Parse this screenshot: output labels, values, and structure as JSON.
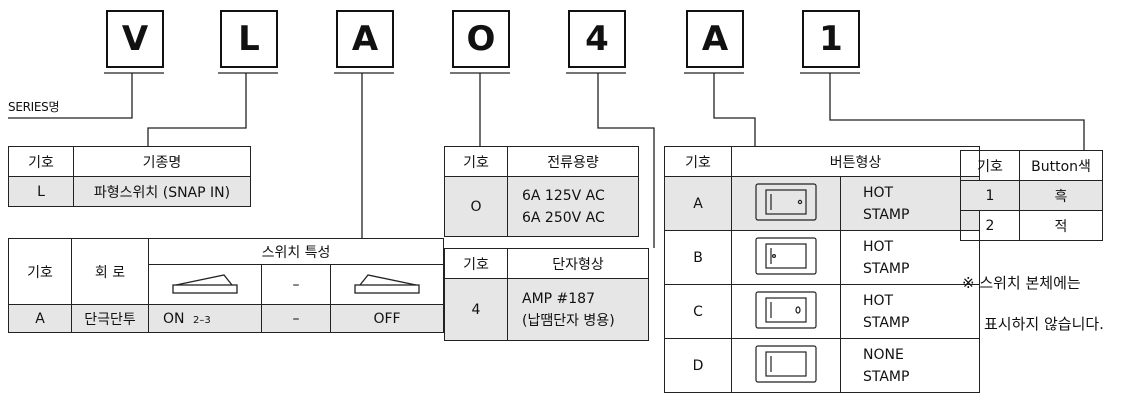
{
  "codes": [
    "V",
    "L",
    "A",
    "O",
    "4",
    "A",
    "1"
  ],
  "series_label": "SERIES명",
  "tbl_model": {
    "h1": "기호",
    "h2": "기종명",
    "code": "L",
    "value": "파형스위치 (SNAP IN)"
  },
  "tbl_circuit": {
    "h_code": "기호",
    "h_circuit": "회 로",
    "h_char": "스위치 특성",
    "dash1": "–",
    "code": "A",
    "circuit": "단극단투",
    "pos1": "ON",
    "pos1_sub": "2–3",
    "dash2": "–",
    "pos3": "OFF"
  },
  "tbl_rating": {
    "h1": "기호",
    "h2": "전류용량",
    "code": "O",
    "line1": "6A 125V AC",
    "line2": "6A 250V AC"
  },
  "tbl_terminal": {
    "h1": "기호",
    "h2": "단자형상",
    "code": "4",
    "line1": "AMP #187",
    "line2": "(납땜단자 병용)"
  },
  "tbl_button": {
    "h1": "기호",
    "h2": "버튼형상",
    "rows": [
      {
        "code": "A",
        "line1": "HOT",
        "line2": "STAMP"
      },
      {
        "code": "B",
        "line1": "HOT",
        "line2": "STAMP"
      },
      {
        "code": "C",
        "line1": "HOT",
        "line2": "STAMP"
      },
      {
        "code": "D",
        "line1": "NONE",
        "line2": "STAMP"
      }
    ]
  },
  "tbl_color": {
    "h1": "기호",
    "h2": "Button색",
    "rows": [
      {
        "code": "1",
        "color": "흑"
      },
      {
        "code": "2",
        "color": "적"
      }
    ]
  },
  "note": {
    "line1": "※ 스위치 본체에는",
    "line2": "표시하지 않습니다."
  }
}
